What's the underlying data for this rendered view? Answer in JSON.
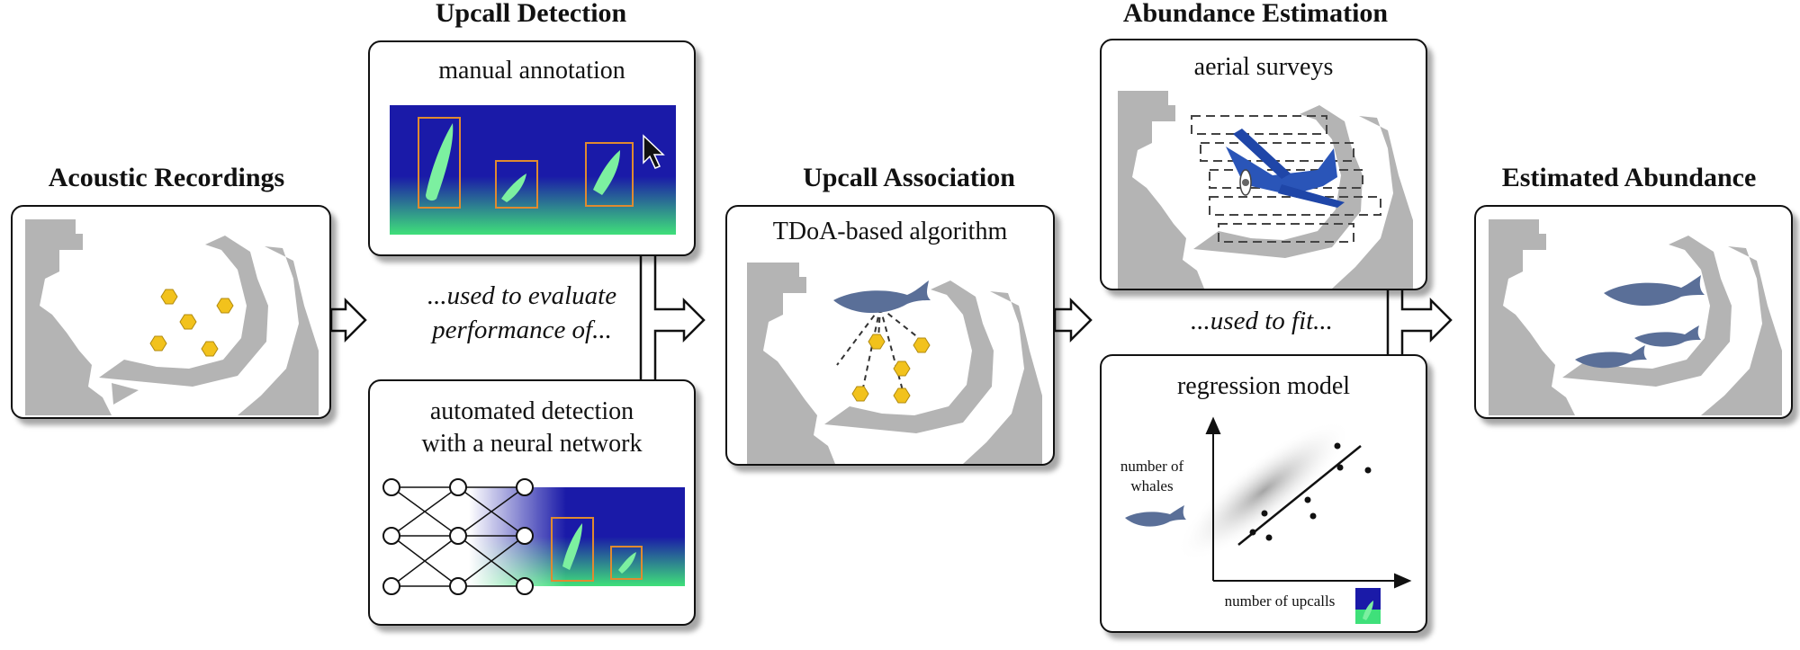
{
  "stages": {
    "acoustic": "Acoustic Recordings",
    "detection": "Upcall Detection",
    "association": "Upcall Association",
    "abundance_estimation": "Abundance Estimation",
    "estimated": "Estimated Abundance"
  },
  "boxes": {
    "manual": "manual annotation",
    "automated_line1": "automated detection",
    "automated_line2": "with a neural network",
    "tdoa": "TDoA-based algorithm",
    "aerial": "aerial surveys",
    "regression": "regression model"
  },
  "notes": {
    "evaluate_line1": "...used to evaluate",
    "evaluate_line2": "performance of...",
    "fit": "...used to fit..."
  },
  "regression_axes": {
    "ylabel_line1": "number of",
    "ylabel_line2": "whales",
    "xlabel": "number of upcalls"
  },
  "colors": {
    "spectrogram_top": "#1a1aa8",
    "spectrogram_bottom": "#3fe07a",
    "upcall": "#7cf0a0",
    "annotation_box": "#e08a30",
    "hydrophone": "#f2c21c",
    "land": "#b4b4b4",
    "whale": "#5a6f98"
  }
}
